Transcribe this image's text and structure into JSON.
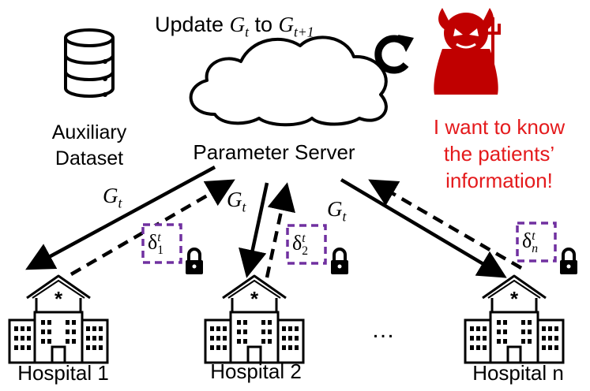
{
  "top": {
    "update_text": "Update",
    "g_t_base": "G",
    "g_t_sub": "t",
    "to_text": "to",
    "g_next_base": "G",
    "g_next_sub": "t+1"
  },
  "server": {
    "label": "Parameter Server"
  },
  "dataset": {
    "line1": "Auxiliary",
    "line2": "Dataset"
  },
  "attacker": {
    "line1": "I want to know",
    "line2": "the patients’",
    "line3": "information!",
    "color": "#e41a1c"
  },
  "edges": {
    "g_base": "G",
    "g_sub": "t",
    "delta_base": "δ",
    "delta_sup": "t",
    "delta_sub_1": "1",
    "delta_sub_2": "2",
    "delta_sub_n": "n",
    "delta_box_color": "#7030a0"
  },
  "hospitals": [
    {
      "label": "Hospital 1"
    },
    {
      "label": "Hospital 2"
    },
    {
      "label": "Hospital n"
    }
  ],
  "ellipsis": "…",
  "icons": [
    "database-icon",
    "cloud-icon",
    "refresh-icon",
    "devil-icon",
    "lock-icon",
    "hospital-icon"
  ]
}
